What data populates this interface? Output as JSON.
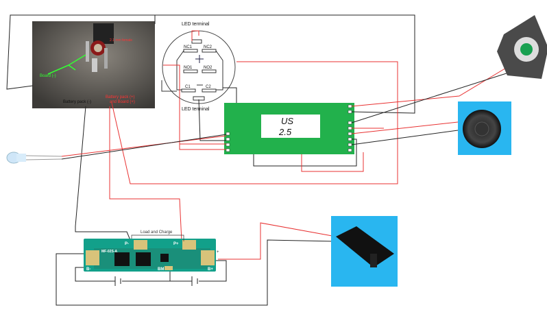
{
  "jack": {
    "title": "2.1 mm female",
    "board_neg": "Board (-)",
    "batt_neg": "Battery pack (-)",
    "batt_pos_1": "Battery pack (+)",
    "batt_pos_2": "and Board (+)"
  },
  "switch": {
    "led_top": "LED terminal",
    "led_bottom": "LED terminal",
    "nc1": "NC1",
    "nc2": "NC2",
    "no1": "NO1",
    "no2": "NO2",
    "c1": "C1",
    "c2": "C2",
    "plus": "+",
    "minus": "−"
  },
  "module": {
    "line1": "US",
    "line2": "2.5",
    "color": "#22b14c"
  },
  "charger": {
    "label": "Load and Charge",
    "p_neg": "P-",
    "p_pos": "P+",
    "b_neg": "B-",
    "b_pos": "B+",
    "bm": "BM",
    "model": "MF-02S-A",
    "plus": "+"
  },
  "colors": {
    "wire_red": "#e83030",
    "wire_black": "#222222",
    "device_bg": "#29b6f0"
  }
}
